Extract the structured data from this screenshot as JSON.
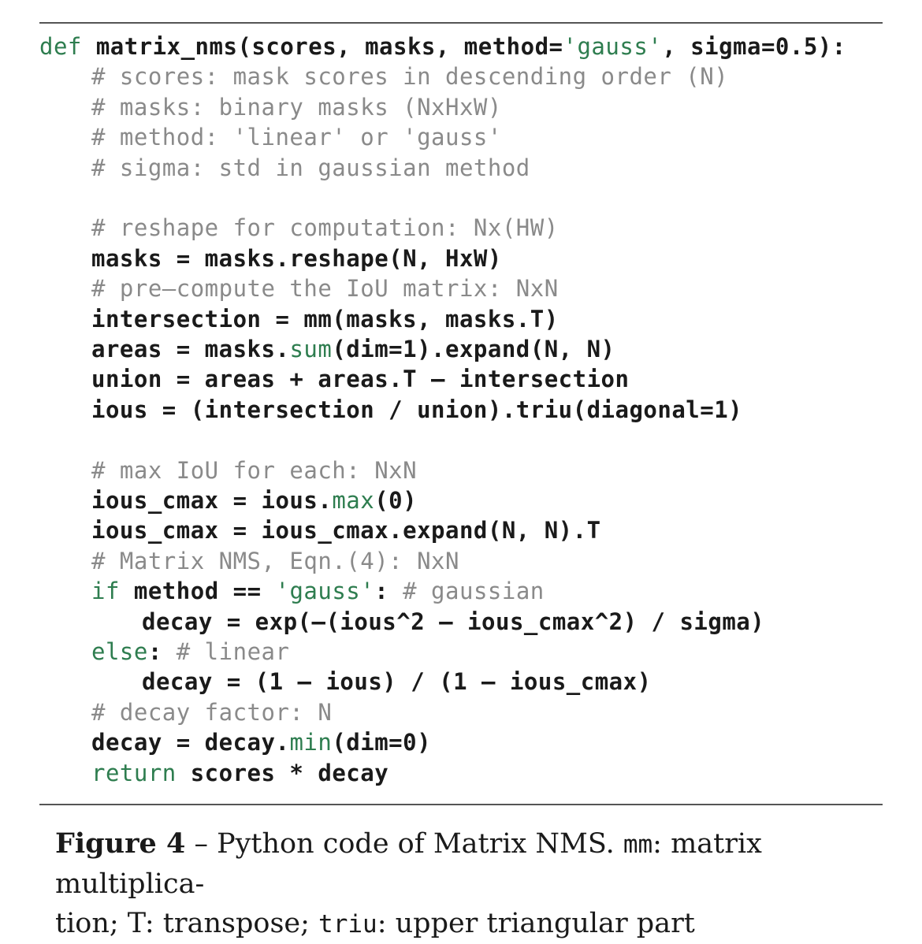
{
  "code": {
    "lines": [
      {
        "indent": 0,
        "tokens": [
          {
            "t": "kw",
            "v": "def "
          },
          {
            "t": "tx",
            "v": "matrix_nms(scores, masks, method="
          },
          {
            "t": "str",
            "v": "'gauss'"
          },
          {
            "t": "tx",
            "v": ", sigma=0.5):"
          }
        ]
      },
      {
        "indent": 1,
        "tokens": [
          {
            "t": "cm",
            "v": "# scores: mask scores in descending order (N)"
          }
        ]
      },
      {
        "indent": 1,
        "tokens": [
          {
            "t": "cm",
            "v": "# masks: binary masks (NxHxW)"
          }
        ]
      },
      {
        "indent": 1,
        "tokens": [
          {
            "t": "cm",
            "v": "# method: 'linear' or 'gauss'"
          }
        ]
      },
      {
        "indent": 1,
        "tokens": [
          {
            "t": "cm",
            "v": "# sigma: std in gaussian method"
          }
        ]
      },
      {
        "indent": 1,
        "tokens": []
      },
      {
        "indent": 1,
        "tokens": [
          {
            "t": "cm",
            "v": "# reshape for computation: Nx(HW)"
          }
        ]
      },
      {
        "indent": 1,
        "tokens": [
          {
            "t": "tx",
            "v": "masks = masks.reshape(N, HxW)"
          }
        ]
      },
      {
        "indent": 1,
        "tokens": [
          {
            "t": "cm",
            "v": "# pre—compute the IoU matrix: NxN"
          }
        ]
      },
      {
        "indent": 1,
        "tokens": [
          {
            "t": "tx",
            "v": "intersection = mm(masks, masks.T)"
          }
        ]
      },
      {
        "indent": 1,
        "tokens": [
          {
            "t": "tx",
            "v": "areas = masks."
          },
          {
            "t": "fn",
            "v": "sum"
          },
          {
            "t": "tx",
            "v": "(dim=1).expand(N, N)"
          }
        ]
      },
      {
        "indent": 1,
        "tokens": [
          {
            "t": "tx",
            "v": "union = areas + areas.T — intersection"
          }
        ]
      },
      {
        "indent": 1,
        "tokens": [
          {
            "t": "tx",
            "v": "ious = (intersection / union).triu(diagonal=1)"
          }
        ]
      },
      {
        "indent": 1,
        "tokens": []
      },
      {
        "indent": 1,
        "tokens": [
          {
            "t": "cm",
            "v": "# max IoU for each: NxN"
          }
        ]
      },
      {
        "indent": 1,
        "tokens": [
          {
            "t": "tx",
            "v": "ious_cmax = ious."
          },
          {
            "t": "fn",
            "v": "max"
          },
          {
            "t": "tx",
            "v": "(0)"
          }
        ]
      },
      {
        "indent": 1,
        "tokens": [
          {
            "t": "tx",
            "v": "ious_cmax = ious_cmax.expand(N, N).T"
          }
        ]
      },
      {
        "indent": 1,
        "tokens": [
          {
            "t": "cm",
            "v": "# Matrix NMS, Eqn.(4): NxN"
          }
        ]
      },
      {
        "indent": 1,
        "tokens": [
          {
            "t": "kw",
            "v": "if "
          },
          {
            "t": "tx",
            "v": "method == "
          },
          {
            "t": "str",
            "v": "'gauss'"
          },
          {
            "t": "tx",
            "v": ": "
          },
          {
            "t": "cm",
            "v": "# gaussian"
          }
        ]
      },
      {
        "indent": 2,
        "tokens": [
          {
            "t": "tx",
            "v": "decay = exp(—(ious^2 — ious_cmax^2) / sigma)"
          }
        ]
      },
      {
        "indent": 1,
        "tokens": [
          {
            "t": "kw",
            "v": "else"
          },
          {
            "t": "tx",
            "v": ": "
          },
          {
            "t": "cm",
            "v": "# linear"
          }
        ]
      },
      {
        "indent": 2,
        "tokens": [
          {
            "t": "tx",
            "v": "decay = (1 — ious) / (1 — ious_cmax)"
          }
        ]
      },
      {
        "indent": 1,
        "tokens": [
          {
            "t": "cm",
            "v": "# decay factor: N"
          }
        ]
      },
      {
        "indent": 1,
        "tokens": [
          {
            "t": "tx",
            "v": "decay = decay."
          },
          {
            "t": "fn",
            "v": "min"
          },
          {
            "t": "tx",
            "v": "(dim=0)"
          }
        ]
      },
      {
        "indent": 1,
        "tokens": [
          {
            "t": "kw",
            "v": "return "
          },
          {
            "t": "tx",
            "v": "scores * decay"
          }
        ]
      }
    ]
  },
  "caption": {
    "figure_label": "Figure 4",
    "dash": " – ",
    "text_1": "Python code of Matrix NMS. ",
    "mono_1": "mm",
    "text_2": ": matrix multiplica-",
    "text_3": "tion; T: transpose; ",
    "mono_2": "triu",
    "text_4": ": upper triangular part"
  },
  "colors": {
    "keyword": "#2e7d4f",
    "comment": "#8a8a8a",
    "text": "#1a1a1a",
    "rule": "#555555"
  }
}
